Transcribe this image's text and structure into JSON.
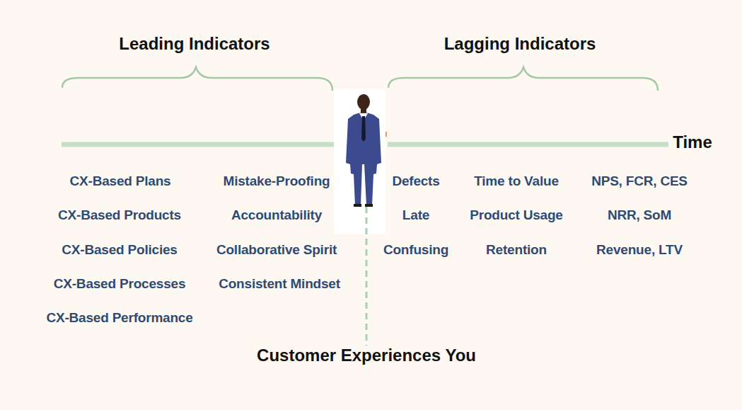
{
  "diagram": {
    "labels": [
      "Leading Indicators",
      "Lagging Indicators",
      "Time",
      "CX-Based Plans",
      "Mistake-Proofing",
      "Defects",
      "Time to Value",
      "NPS, FCR, CES",
      "CX-Based Products",
      "Accountability",
      "Late",
      "Product Usage",
      "NRR, SoM",
      "CX-Based Policies",
      "Collaborative Spirit",
      "Confusing",
      "Retention",
      "Revenue, LTV",
      "CX-Based Processes",
      "Consistent Mindset",
      "CX-Based Performance",
      "Customer Experiences You"
    ]
  }
}
